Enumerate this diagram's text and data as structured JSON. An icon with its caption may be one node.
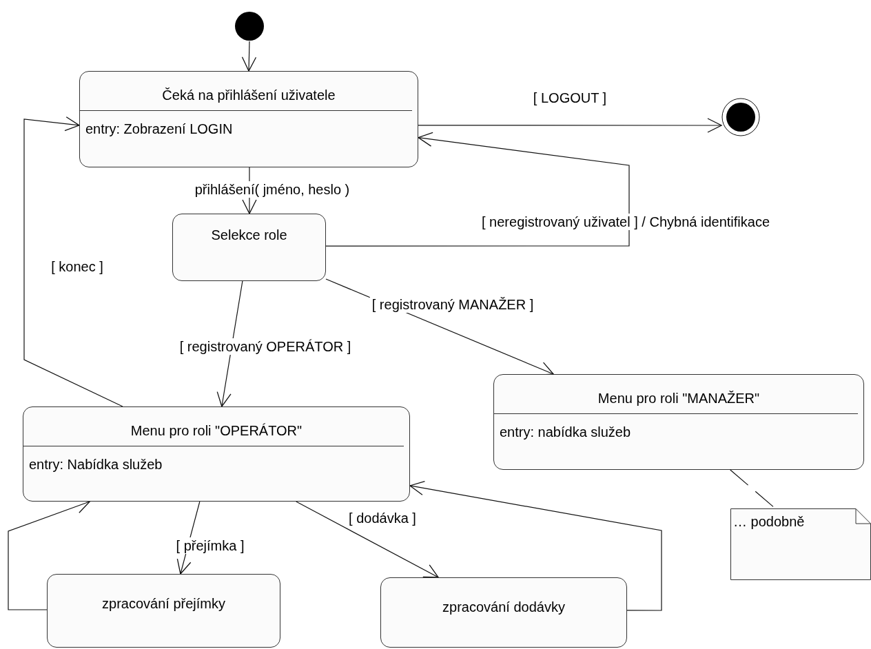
{
  "diagram": {
    "nodes": [
      {
        "text": [],
        "shape": "circle"
      },
      {
        "text": [
          "Čeká na přihlášení uživatele",
          "entry: Zobrazení LOGIN"
        ]
      },
      {
        "text": [],
        "shape": "bullseye"
      },
      {
        "text": [
          "Selekce role"
        ]
      },
      {
        "text": [
          "Menu pro roli \"MANAŽER\"",
          "entry: nabídka služeb"
        ]
      },
      {
        "text": [
          "Menu pro roli \"OPERÁTOR\"",
          "entry: Nabídka služeb"
        ]
      },
      {
        "text": [
          "… podobně"
        ]
      },
      {
        "text": [
          "zpracování přejímky"
        ]
      },
      {
        "text": [
          "zpracování dodávky"
        ]
      }
    ],
    "edges": [
      {
        "from": 0,
        "to": 1,
        "arrow": "to"
      },
      {
        "from": 1,
        "to": 2,
        "arrow": "to",
        "label": "[ LOGOUT ]"
      },
      {
        "from": 1,
        "to": 3,
        "arrow": "to",
        "label": "přihlášení( jméno, heslo )"
      },
      {
        "from": 3,
        "to": 1,
        "arrow": "to",
        "label": "[ neregistrovaný uživatel ] / Chybná identifikace"
      },
      {
        "from": 3,
        "to": 5,
        "arrow": "to",
        "label": "[ registrovaný OPERÁTOR ]"
      },
      {
        "from": 3,
        "to": 4,
        "arrow": "to",
        "label": "[ registrovaný MANAŽER ]"
      },
      {
        "from": 5,
        "to": 1,
        "arrow": "to",
        "label": "[ konec ]"
      },
      {
        "from": 5,
        "to": 7,
        "arrow": "to",
        "label": "[ přejímka ]"
      },
      {
        "from": 5,
        "to": 8,
        "arrow": "to",
        "label": "[ dodávka ]"
      },
      {
        "from": 7,
        "to": 5,
        "arrow": "to"
      },
      {
        "from": 8,
        "to": 5,
        "arrow": "to"
      },
      {
        "from": 4,
        "to": 6,
        "arrow": "none",
        "style": "dashed"
      }
    ]
  }
}
